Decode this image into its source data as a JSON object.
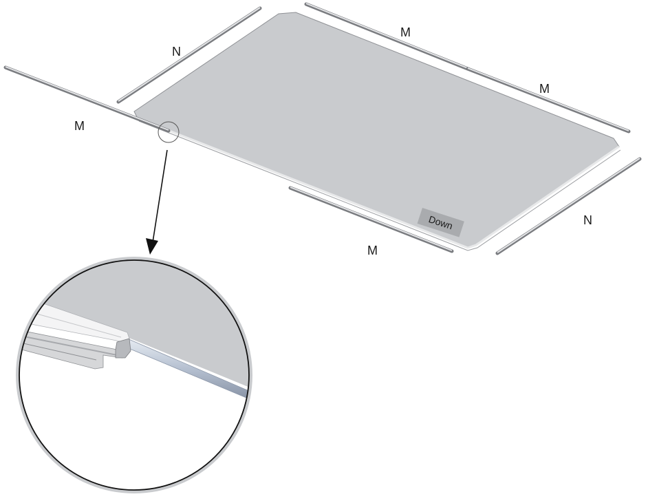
{
  "diagram": {
    "title": "",
    "labels": {
      "rail_top_left": "N",
      "rail_top_1": "M",
      "rail_top_2": "M",
      "rail_left": "M",
      "rail_bottom": "M",
      "rail_right": "N"
    },
    "plate_tag": "Down",
    "colors": {
      "plate_fill": "#c9cbce",
      "plate_edge": "#8e9094",
      "rail_fill": "#d8d9db",
      "rail_edge": "#7a7c80",
      "tag_fill": "#a9abae",
      "rod_fill": "#b9c3d2",
      "line": "#111111"
    },
    "callout": {
      "type": "magnified-detail",
      "subject": "rail profile clipped onto panel edge"
    }
  }
}
